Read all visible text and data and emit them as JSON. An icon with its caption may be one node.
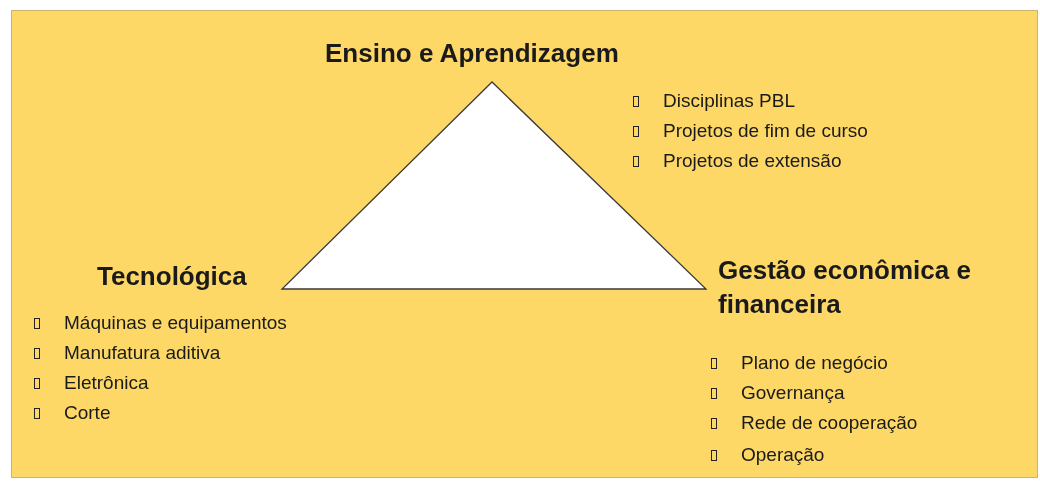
{
  "diagram": {
    "labels": [
      "Ensino e Aprendizagem",
      "Disciplinas PBL",
      "Projetos de fim de curso",
      "Projetos de extensão",
      "Tecnológica",
      "Gestão econômica e financeira",
      "Máquinas e equipamentos",
      "Manufatura aditiva",
      "Eletrônica",
      "Corte",
      "Plano de negócio",
      "Governança",
      "Rede de cooperação",
      "Operação"
    ]
  }
}
